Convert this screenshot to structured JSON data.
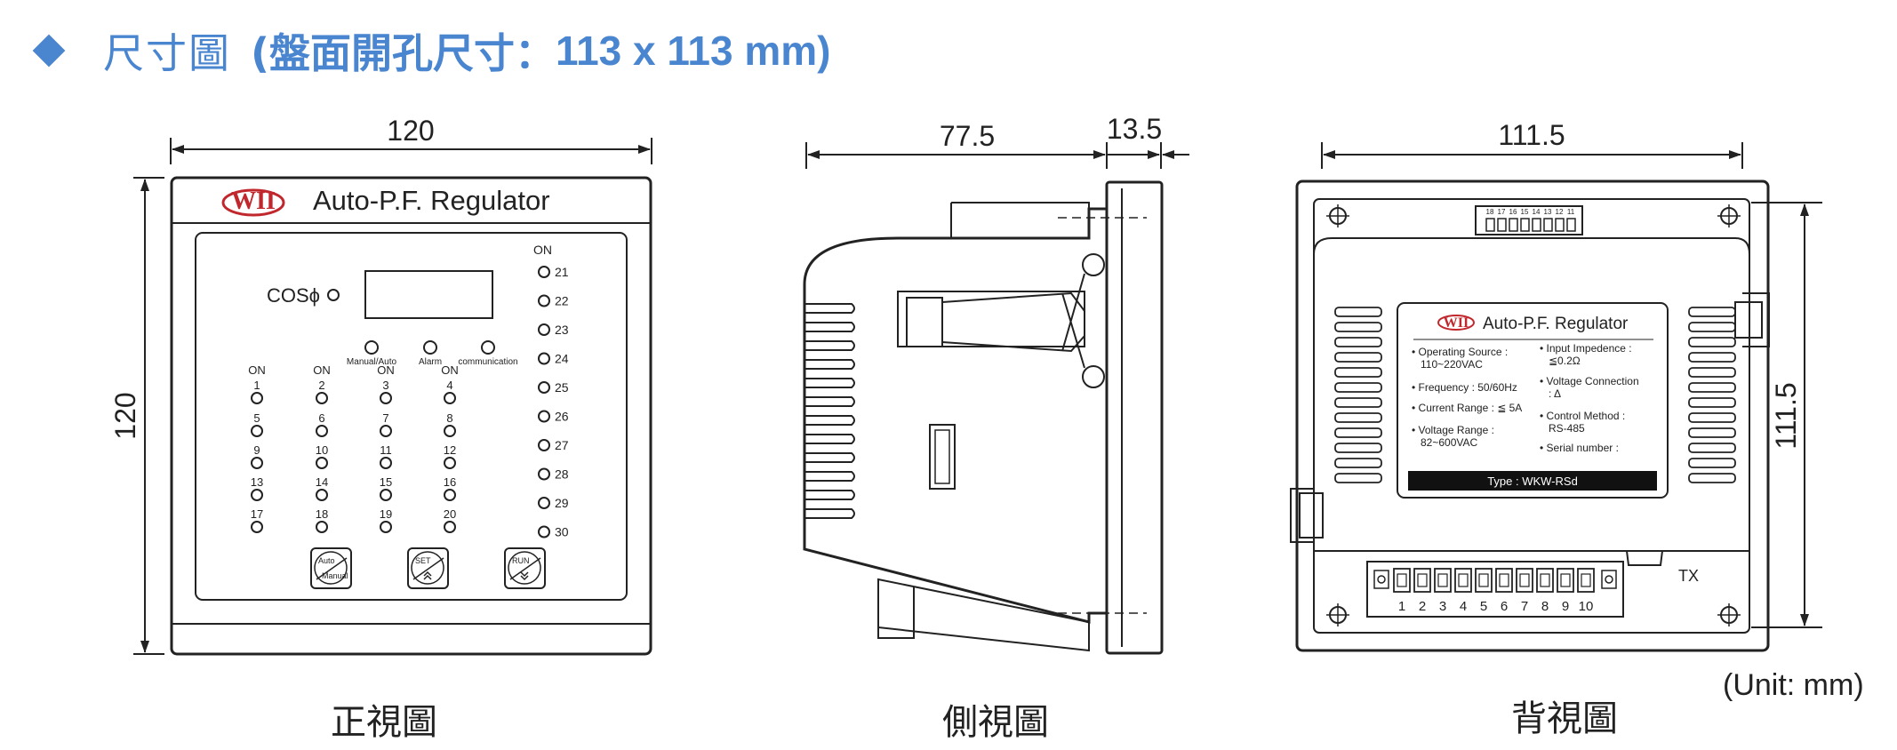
{
  "header": {
    "title": "尺寸圖",
    "subtitle_prefix": "(盤面開孔尺寸：",
    "subtitle_size": "113 x 113 mm)"
  },
  "front": {
    "dim_width": "120",
    "dim_height": "120",
    "logo": "WII",
    "brand_title": "Auto-P.F. Regulator",
    "cos_label": "COSϕ",
    "led_labels": [
      "Manual/Auto",
      "Alarm",
      "communication"
    ],
    "on_label": "ON",
    "channels_left": [
      "1",
      "2",
      "3",
      "4",
      "5",
      "6",
      "7",
      "8",
      "9",
      "10",
      "11",
      "12",
      "13",
      "14",
      "15",
      "16",
      "17",
      "18",
      "19",
      "20"
    ],
    "channels_right": [
      "21",
      "22",
      "23",
      "24",
      "25",
      "26",
      "27",
      "28",
      "29",
      "30"
    ],
    "buttons": [
      {
        "top": "Auto",
        "bottom": "Manual"
      },
      {
        "top": "SET",
        "bottom": ""
      },
      {
        "top": "RUN",
        "bottom": ""
      }
    ],
    "caption": "正視圖"
  },
  "side": {
    "dim_depth": "77.5",
    "dim_panel": "13.5",
    "caption": "側視圖"
  },
  "rear": {
    "dim_width": "111.5",
    "dim_height": "111.5",
    "logo": "WII",
    "label_title": "Auto-P.F. Regulator",
    "specs_left": [
      "• Operating Source :",
      "110~220VAC",
      "• Frequency : 50/60Hz",
      "• Current Range : ≦ 5A",
      "• Voltage Range :",
      "82~600VAC"
    ],
    "specs_right": [
      "• Input Impedence :",
      "≦0.2Ω",
      "• Voltage Connection",
      ": Δ",
      "• Control Method :",
      "RS-485",
      "• Serial number :"
    ],
    "type_label": "Type : WKW-RSd",
    "top_terminals": [
      "18",
      "17",
      "16",
      "15",
      "14",
      "13",
      "12",
      "11"
    ],
    "bottom_terminals": [
      "1",
      "2",
      "3",
      "4",
      "5",
      "6",
      "7",
      "8",
      "9",
      "10"
    ],
    "tx_label": "TX",
    "caption": "背視圖"
  },
  "unit_note": "(Unit: mm)"
}
